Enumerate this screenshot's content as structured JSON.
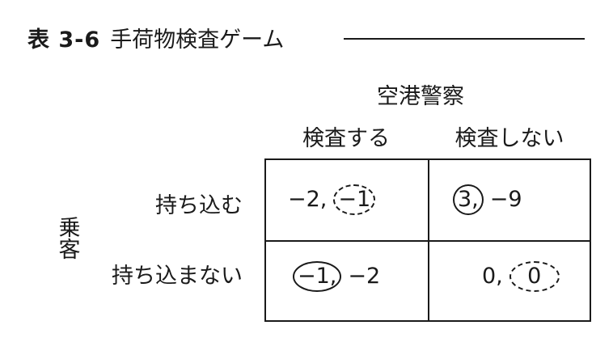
{
  "title": {
    "label": "表 3-6",
    "name": "手荷物検査ゲーム"
  },
  "column_player": "空港警察",
  "column_headers": [
    "検査する",
    "検査しない"
  ],
  "row_player": [
    "乗",
    "客"
  ],
  "row_headers": [
    "持ち込む",
    "持ち込まない"
  ],
  "cells": [
    {
      "passenger": "−2,",
      "police": "−1"
    },
    {
      "passenger": "3,",
      "police": "−9"
    },
    {
      "passenger": "−1,",
      "police": "−2"
    },
    {
      "passenger": "0,",
      "police": "0"
    }
  ]
}
